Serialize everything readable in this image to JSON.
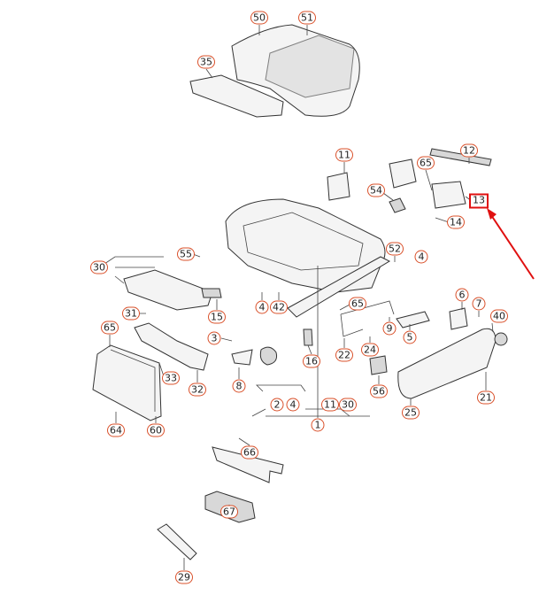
{
  "diagram": {
    "type": "exploded parts diagram",
    "highlight_color": "#e01010",
    "label_color": "#d9502a",
    "highlighted_part": "13",
    "labels": [
      "50",
      "51",
      "35",
      "11",
      "12",
      "65",
      "54",
      "13",
      "14",
      "55",
      "52",
      "4",
      "30",
      "6",
      "7",
      "31",
      "15",
      "4",
      "42",
      "65",
      "40",
      "9",
      "5",
      "65",
      "3",
      "16",
      "22",
      "24",
      "33",
      "32",
      "8",
      "56",
      "21",
      "2",
      "4",
      "11",
      "30",
      "25",
      "1",
      "64",
      "60",
      "66",
      "67",
      "29"
    ]
  }
}
